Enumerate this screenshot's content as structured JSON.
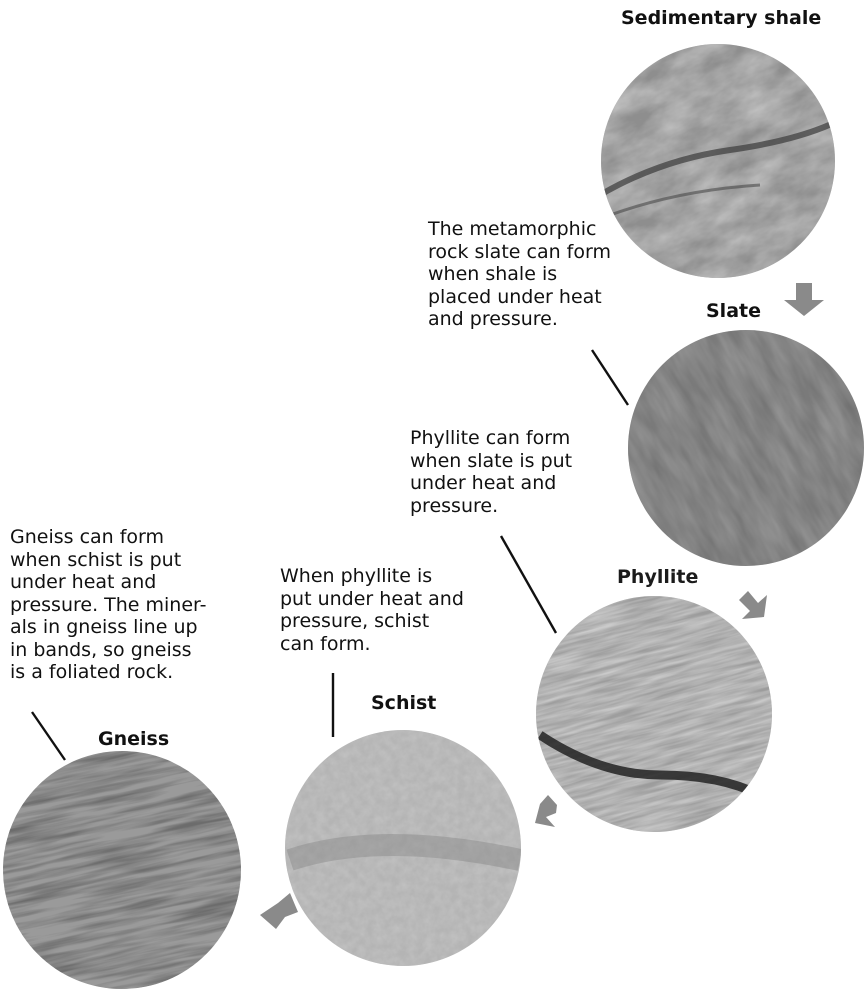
{
  "rocks": [
    {
      "id": "shale",
      "label": "Sedimentary shale",
      "texture": "shale"
    },
    {
      "id": "slate",
      "label": "Slate",
      "texture": "slate"
    },
    {
      "id": "phyllite",
      "label": "Phyllite",
      "texture": "phyllite"
    },
    {
      "id": "schist",
      "label": "Schist",
      "texture": "schist"
    },
    {
      "id": "gneiss",
      "label": "Gneiss",
      "texture": "gneiss"
    }
  ],
  "notes": {
    "slate": [
      "The metamorphic",
      "rock slate can form",
      "when shale is",
      "placed under heat",
      "and pressure."
    ],
    "phyllite": [
      "Phyllite can form",
      "when slate is put",
      "under heat and",
      "pressure."
    ],
    "schist": [
      "When phyllite is",
      "put under heat and",
      "pressure, schist",
      "can form."
    ],
    "gneiss": [
      "Gneiss can form",
      "when schist is put",
      "under heat and",
      "pressure. The miner-",
      "als in gneiss line up",
      "in bands, so gneiss",
      "is a foliated rock."
    ]
  },
  "colors": {
    "arrow": "#8a8a8a",
    "leader": "#111111"
  }
}
